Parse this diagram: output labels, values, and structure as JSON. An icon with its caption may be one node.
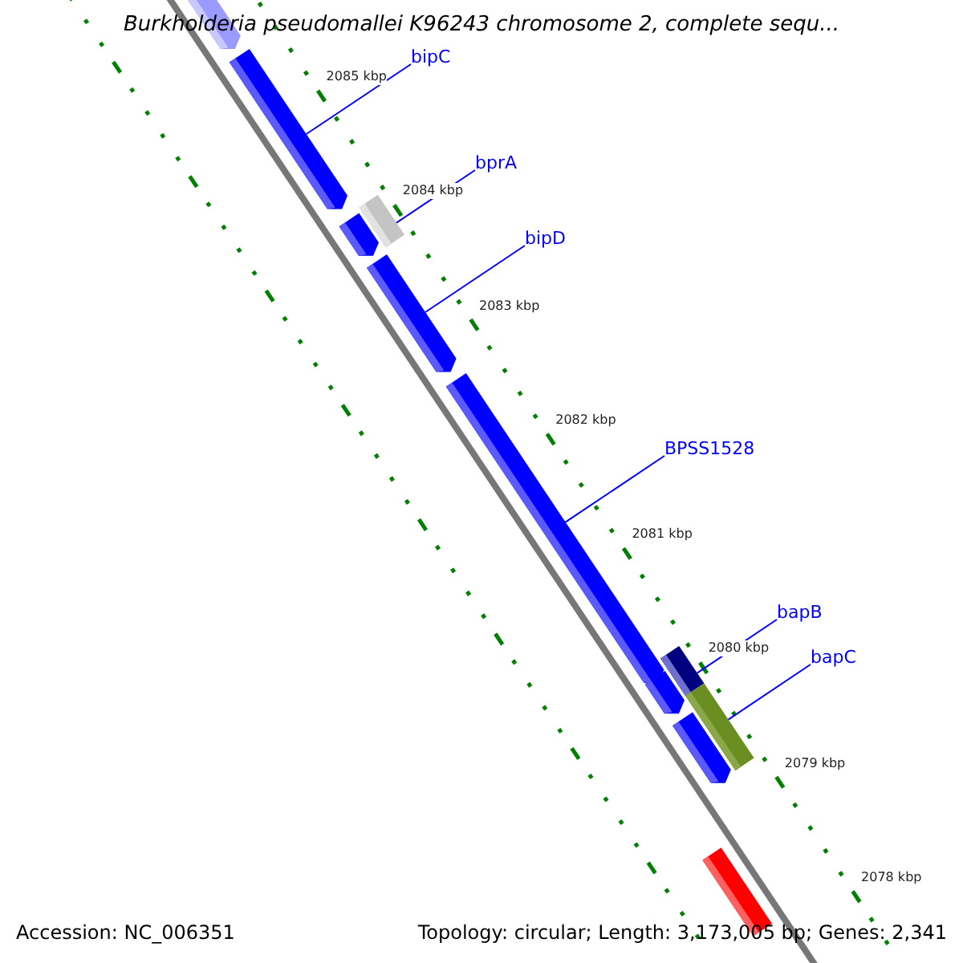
{
  "diagram": {
    "title": "Burkholderia pseudomallei K96243 chromosome 2, complete sequ...",
    "nodes": [
      {
        "text": [],
        "shape": "bar"
      },
      {
        "text": [],
        "shape": "bar"
      },
      {
        "text": [],
        "shape": "bar"
      },
      {
        "text": [],
        "shape": "bar"
      },
      {
        "text": [],
        "shape": "bar"
      },
      {
        "text": [],
        "shape": "bar"
      },
      {
        "text": [],
        "shape": "bar"
      },
      {
        "text": [],
        "shape": "bar"
      },
      {
        "text": [],
        "shape": "bar"
      },
      {
        "text": [],
        "shape": "bar"
      },
      {
        "text": [],
        "shape": "bar"
      },
      {
        "text": [
          "bipC"
        ]
      },
      {
        "text": [
          "bprA"
        ]
      },
      {
        "text": [
          "bipD"
        ]
      },
      {
        "text": [
          "BPSS1528"
        ]
      },
      {
        "text": [
          "bapB"
        ]
      },
      {
        "text": [
          "bapC"
        ]
      }
    ],
    "edges": [
      {
        "from": 11,
        "to": 1,
        "arrow": "none"
      },
      {
        "from": 12,
        "to": 3,
        "arrow": "none"
      },
      {
        "from": 13,
        "to": 4,
        "arrow": "none"
      },
      {
        "from": 14,
        "to": 5,
        "arrow": "none"
      },
      {
        "from": 15,
        "to": 8,
        "arrow": "none"
      },
      {
        "from": 16,
        "to": 9,
        "arrow": "none"
      }
    ],
    "labels": [
      "2085 kbp",
      "2084 kbp",
      "2083 kbp",
      "2082 kbp",
      "2081 kbp",
      "2080 kbp",
      "2079 kbp",
      "2078 kbp",
      "Accession: NC_006351",
      "Topology: circular; Length: 3,173,005 bp; Genes: 2,341"
    ]
  }
}
